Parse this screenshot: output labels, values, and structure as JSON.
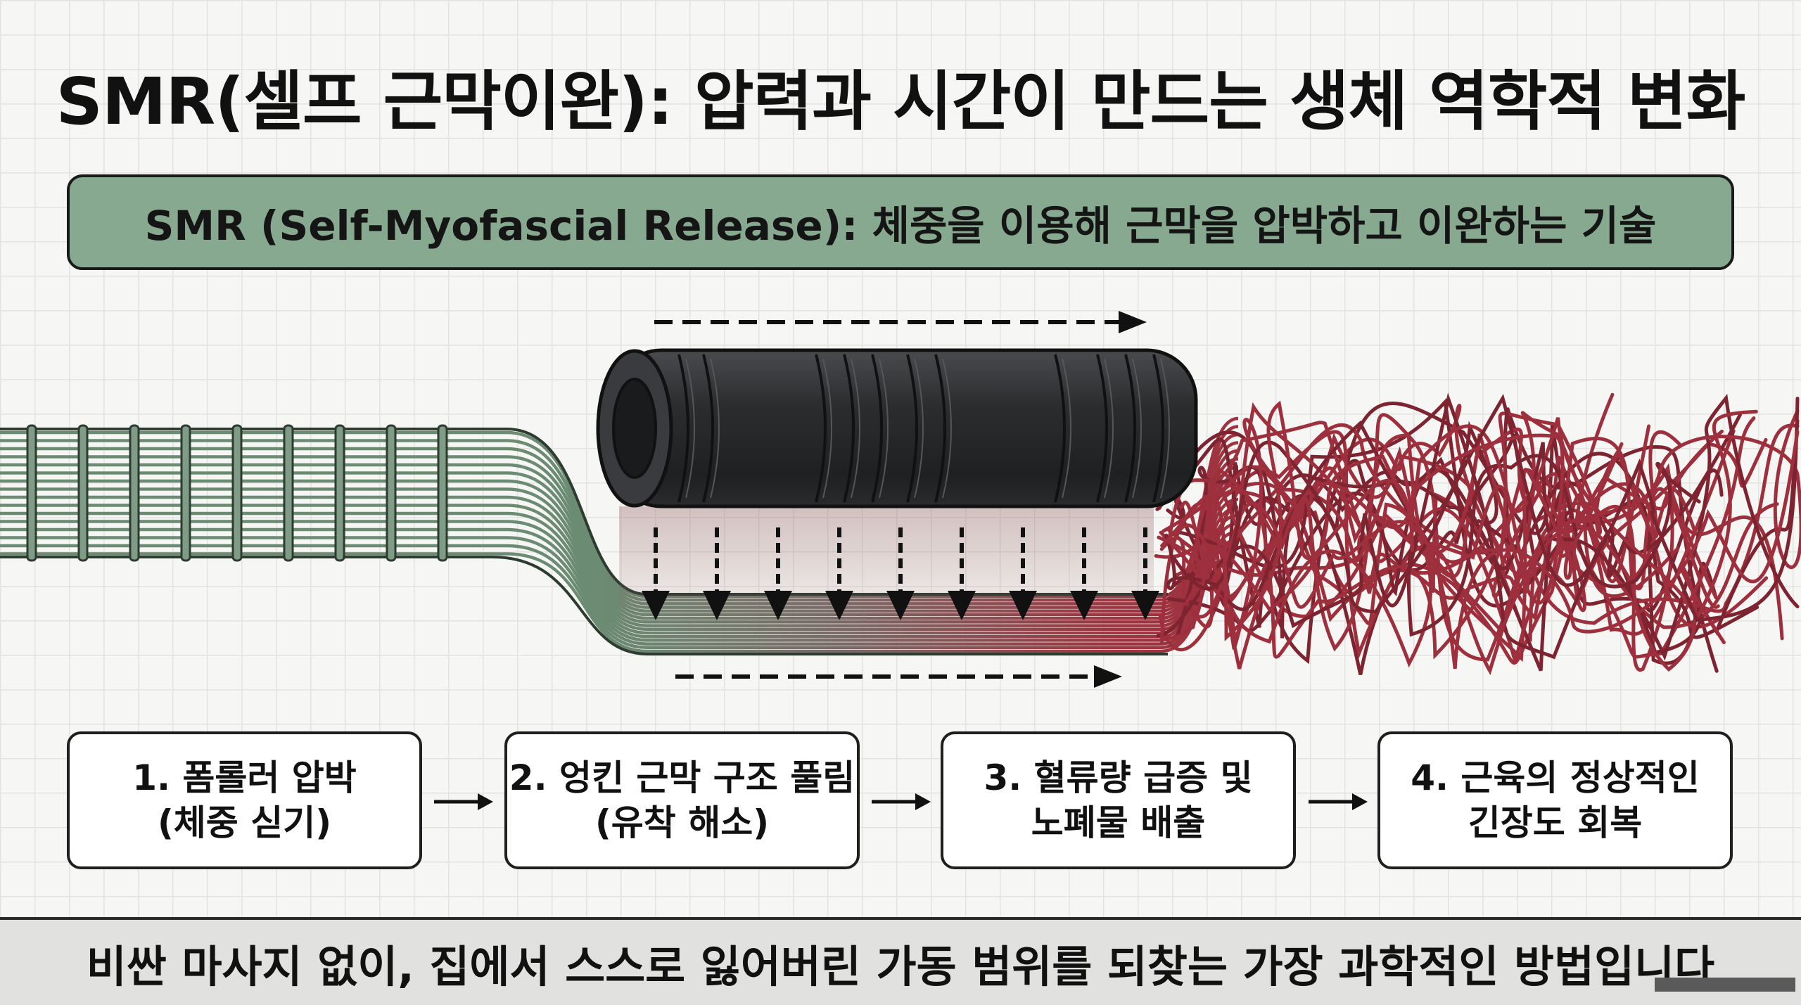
{
  "title": "SMR(셀프 근막이완): 압력과 시간이 만드는 생체 역학적 변화",
  "banner": "SMR (Self-Myofascial Release): 체중을 이용해 근막을 압박하고 이완하는 기술",
  "steps": [
    {
      "line1": "1. 폼롤러 압박",
      "line2": "(체중 싣기)"
    },
    {
      "line1": "2. 엉킨 근막 구조 풀림",
      "line2": "(유착 해소)"
    },
    {
      "line1": "3. 혈류량 급증 및",
      "line2": "노폐물 배출"
    },
    {
      "line1": "4. 근육의 정상적인",
      "line2": "긴장도 회복"
    }
  ],
  "footer": "비싼 마사지 없이, 집에서 스스로 잃어버린 가동 범위를 되찾는 가장 과학적인 방법입니다",
  "colors": {
    "healthy_fascia": "#6f8f77",
    "tangled_fascia": "#a3323f",
    "banner": "#87a98f",
    "roller": "#2e2f31"
  },
  "icons": [
    "foam-roller-icon",
    "pressure-arrow-icon",
    "motion-arrow-icon",
    "flow-arrow-icon"
  ]
}
